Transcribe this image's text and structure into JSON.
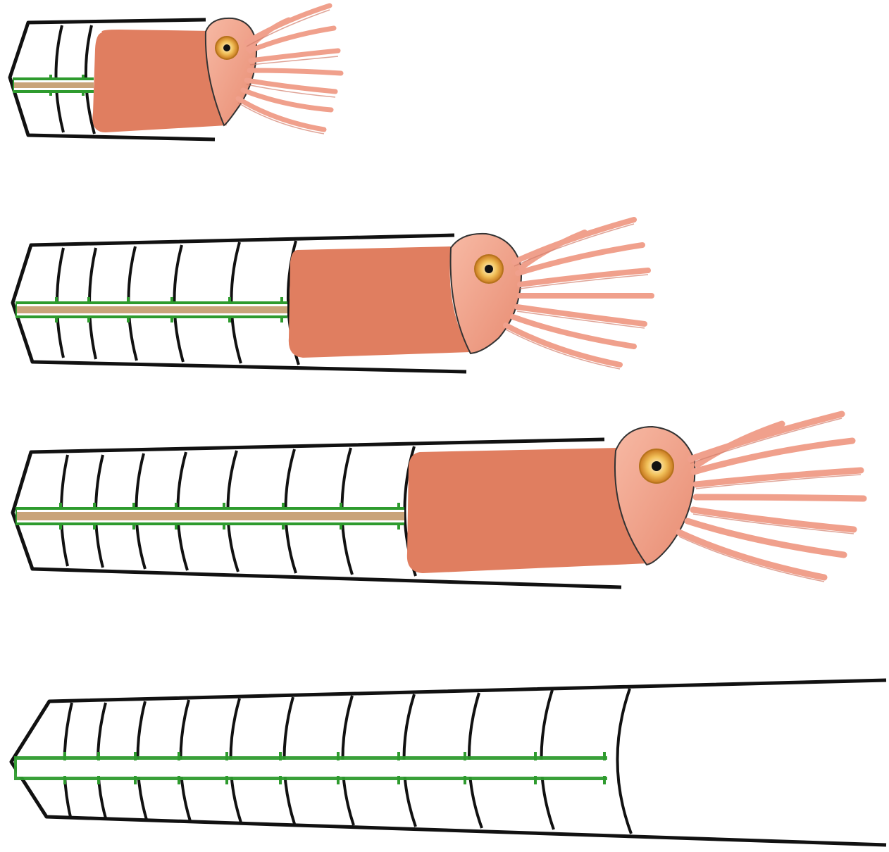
{
  "figure": {
    "description_visible_text": "",
    "stages": [
      {
        "id": "stage-1",
        "septa": 2,
        "has_animal": true
      },
      {
        "id": "stage-2",
        "septa": 6,
        "has_animal": true
      },
      {
        "id": "stage-3",
        "septa": 8,
        "has_animal": true
      },
      {
        "id": "stage-4",
        "septa": 11,
        "has_animal": false
      }
    ]
  },
  "colors": {
    "shell_outline": "#111111",
    "siphuncle_green": "#2e9b2e",
    "siphuncle_tan": "#c9a47a",
    "body": "#e07e60",
    "head": "#f2a48e",
    "eye_ring": "#d6902a",
    "pupil": "#111111",
    "tentacle": "#f0a08c"
  }
}
